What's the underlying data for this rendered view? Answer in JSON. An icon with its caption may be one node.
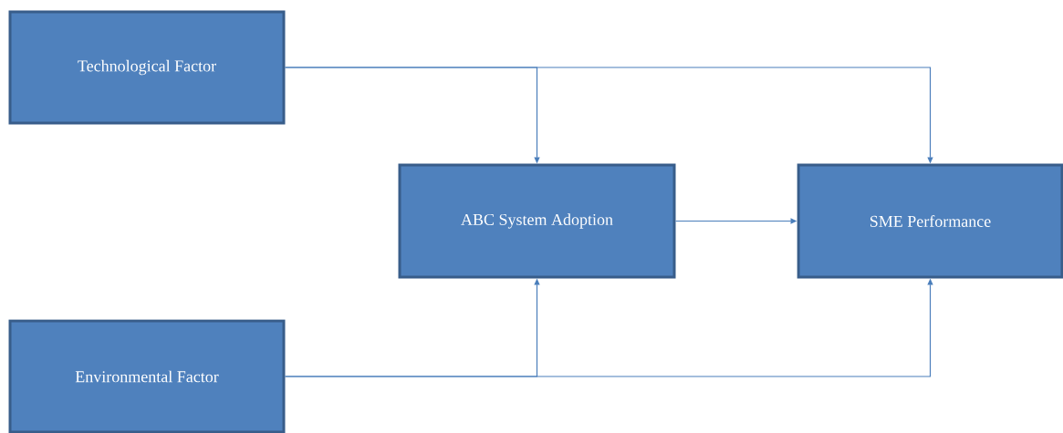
{
  "diagram": {
    "nodes": [
      {
        "text": [
          "Technological Factor"
        ]
      },
      {
        "text": [
          "ABC System Adoption"
        ]
      },
      {
        "text": [
          "SME Performance"
        ]
      },
      {
        "text": [
          "Environmental Factor"
        ]
      }
    ],
    "edges": [
      {
        "from": 0,
        "to": 1,
        "arrow": "to"
      },
      {
        "from": 0,
        "to": 2,
        "arrow": "to"
      },
      {
        "from": 1,
        "to": 2,
        "arrow": "to"
      },
      {
        "from": 3,
        "to": 1,
        "arrow": "to"
      },
      {
        "from": 3,
        "to": 2,
        "arrow": "to"
      }
    ]
  }
}
